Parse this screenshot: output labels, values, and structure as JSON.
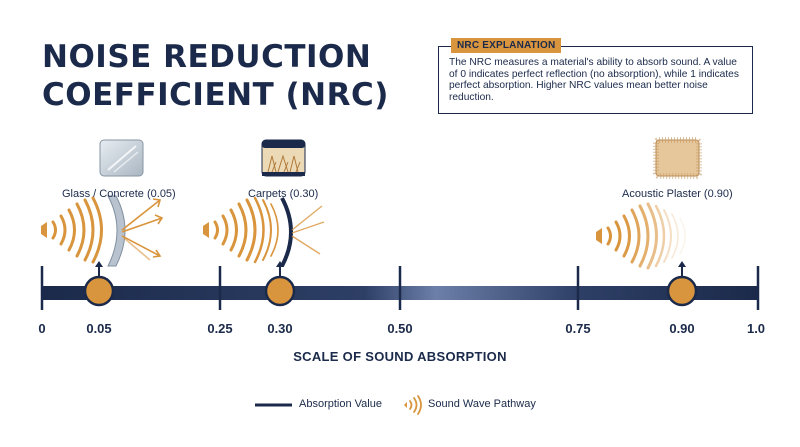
{
  "title": {
    "line1": "NOISE REDUCTION",
    "line2": "COEFFICIENT (NRC)"
  },
  "explanation": {
    "tag": "NRC EXPLANATION",
    "text": "The NRC measures a material's ability to absorb sound. A value of 0 indicates perfect reflection (no absorption), while 1 indicates perfect absorption. Higher NRC values mean better noise reduction."
  },
  "materials": [
    {
      "label": "Glass / Concrete (0.05)",
      "value": "0.05",
      "icon": "glass-panel-icon"
    },
    {
      "label": "Carpets (0.30)",
      "value": "0.30",
      "icon": "carpet-icon"
    },
    {
      "label": "Acoustic Plaster (0.90)",
      "value": "0.90",
      "icon": "acoustic-plaster-icon"
    }
  ],
  "scale": {
    "ticks": [
      "0",
      "0.25",
      "0.50",
      "0.75",
      "1.0"
    ],
    "title": "SCALE OF SOUND ABSORPTION"
  },
  "legend": {
    "absorption": "Absorption Value",
    "wave": "Sound Wave Pathway"
  },
  "colors": {
    "navy": "#1b2a4a",
    "accent": "#d9953d"
  }
}
